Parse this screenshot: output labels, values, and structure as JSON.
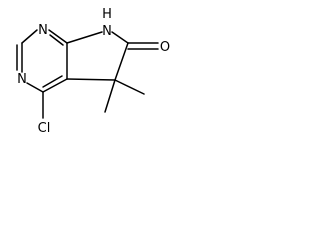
{
  "molecule": {
    "atoms": {
      "n1": "N",
      "nh": "N",
      "h": "H",
      "n3": "N",
      "o": "O",
      "cl": "Cl"
    },
    "colors": {
      "bond": "#000000",
      "label": "#000000",
      "background": "#ffffff"
    }
  }
}
